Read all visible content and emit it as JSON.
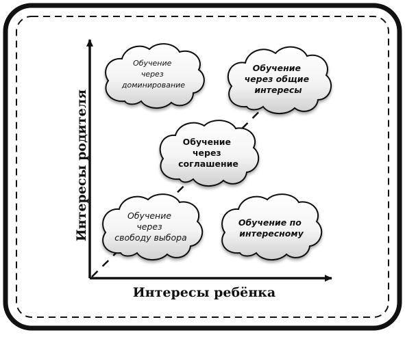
{
  "diagram": {
    "y_axis_label": "Интересы родителя",
    "x_axis_label": "Интересы ребёнка",
    "nodes": [
      {
        "id": "domination",
        "lines": [
          "Обучение",
          "через",
          "доминирование"
        ],
        "style": "script"
      },
      {
        "id": "common",
        "lines": [
          "Обучение",
          "через общие",
          "интересы"
        ],
        "style": "bold-italic"
      },
      {
        "id": "agreement",
        "lines": [
          "Обучение",
          "через",
          "соглашение"
        ],
        "style": "bold"
      },
      {
        "id": "choice",
        "lines": [
          "Обучение",
          "через",
          "свободу выбора"
        ],
        "style": "italic"
      },
      {
        "id": "interest",
        "lines": [
          "Обучение по",
          "интересному"
        ],
        "style": "bold-italic"
      }
    ]
  }
}
